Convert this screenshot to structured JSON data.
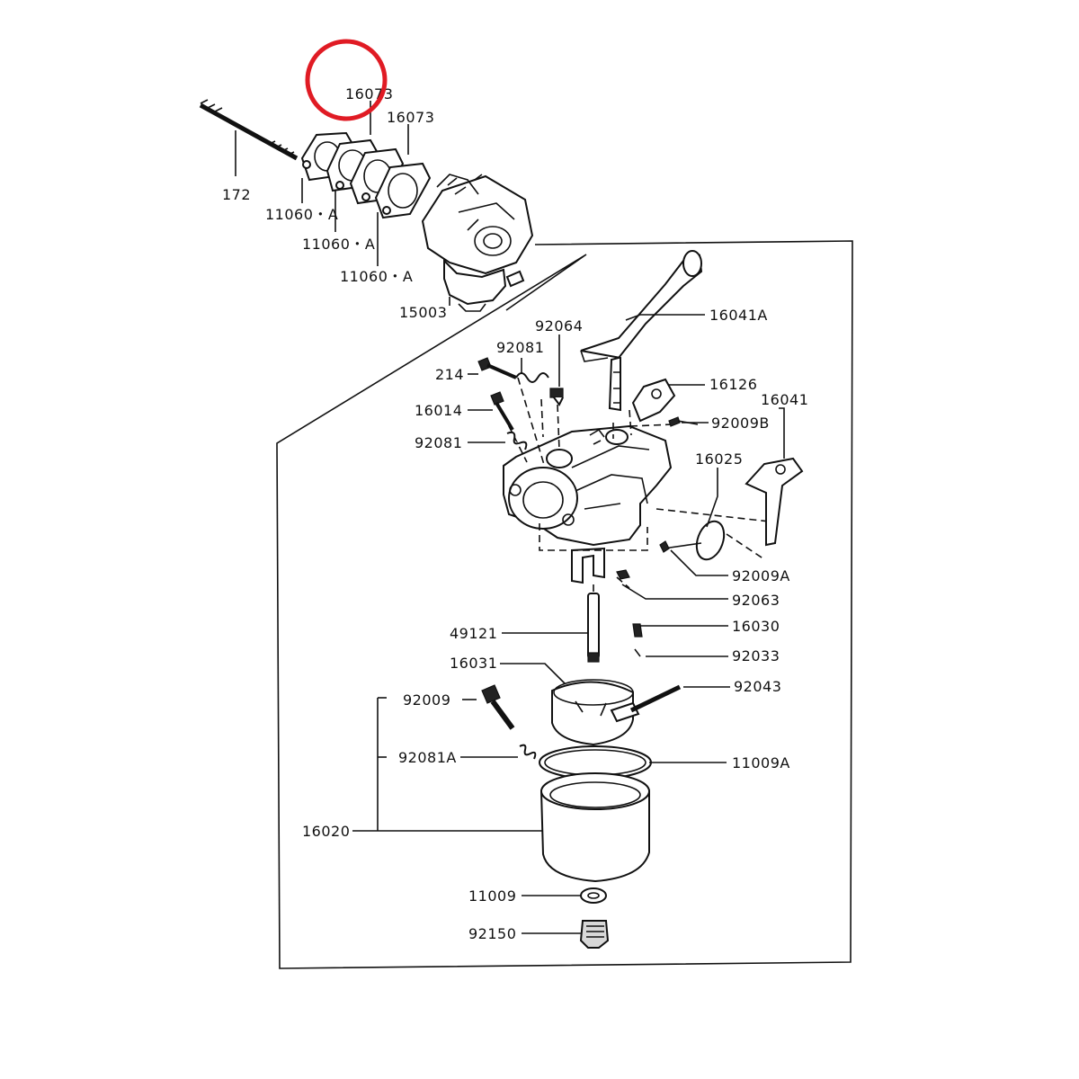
{
  "highlight": {
    "color": "#e01b24",
    "note_target": "16073"
  },
  "labels": {
    "l16073a": "16073",
    "l16073b": "16073",
    "l172": "172",
    "l11060a1": "11060・A",
    "l11060a2": "11060・A",
    "l11060a3": "11060・A",
    "l15003": "15003",
    "l16041A": "16041A",
    "l92064": "92064",
    "l92081": "92081",
    "l214": "214",
    "l16126": "16126",
    "l16041": "16041",
    "l16014": "16014",
    "l92009B": "92009B",
    "l92081b": "92081",
    "l16025": "16025",
    "l92009A": "92009A",
    "l92063": "92063",
    "l16030": "16030",
    "l49121": "49121",
    "l92033": "92033",
    "l16031": "16031",
    "l92043": "92043",
    "l92009": "92009",
    "l92081A": "92081A",
    "l11009A": "11009A",
    "l16020": "16020",
    "l11009": "11009",
    "l92150": "92150"
  }
}
